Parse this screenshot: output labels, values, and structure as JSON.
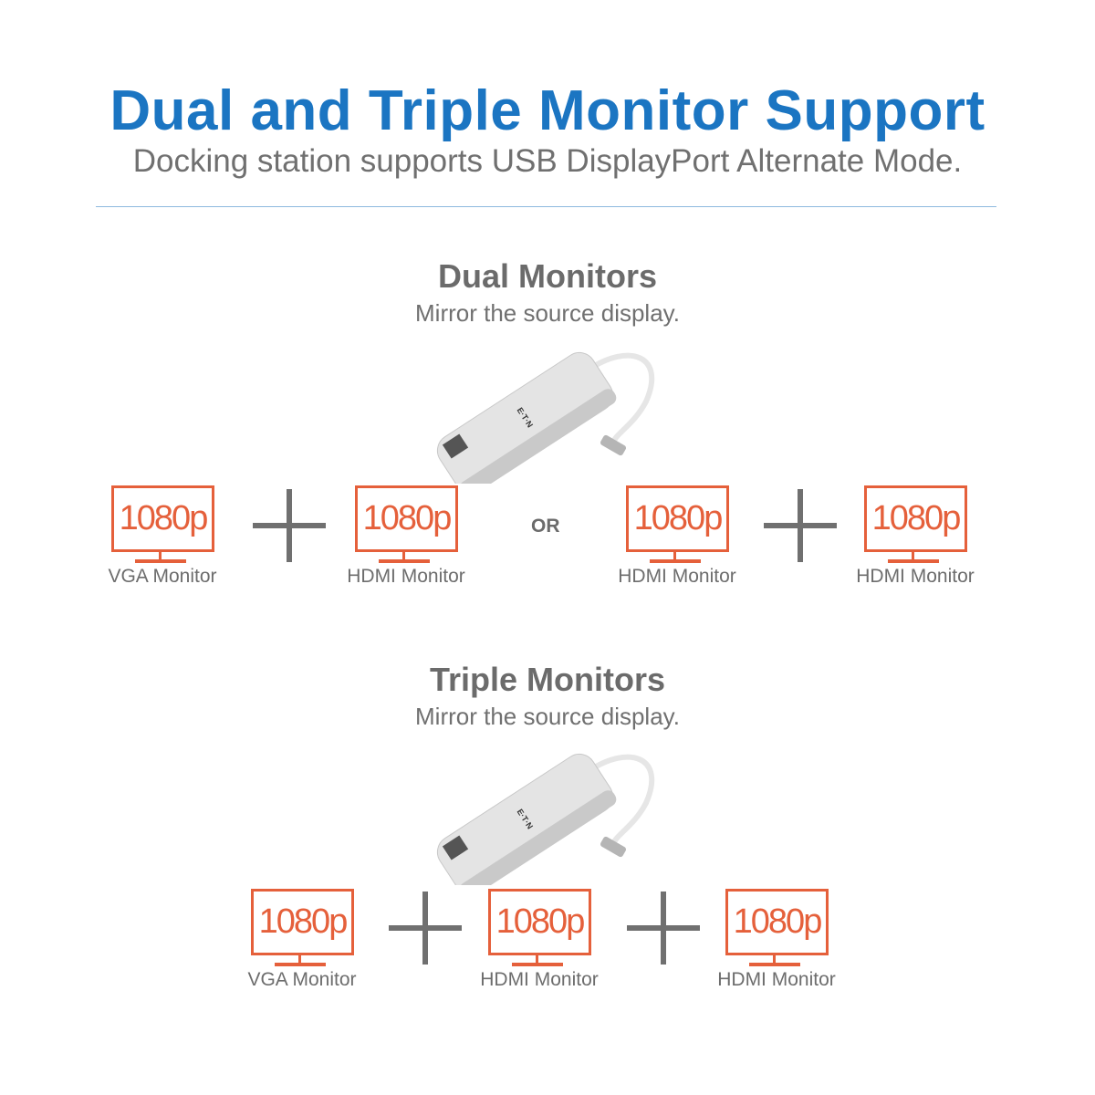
{
  "header": {
    "title": "Dual and Triple Monitor Support",
    "subtitle": "Docking station supports USB DisplayPort Alternate Mode."
  },
  "colors": {
    "title": "#1b75c2",
    "monitor": "#e5603b",
    "text": "#6d6d6d"
  },
  "dual": {
    "title": "Dual Monitors",
    "subtitle": "Mirror the source display.",
    "device_logo": "E·T·N",
    "or_label": "OR",
    "monitors": [
      {
        "resolution": "1080p",
        "label": "VGA Monitor"
      },
      {
        "resolution": "1080p",
        "label": "HDMI Monitor"
      },
      {
        "resolution": "1080p",
        "label": "HDMI Monitor"
      },
      {
        "resolution": "1080p",
        "label": "HDMI Monitor"
      }
    ]
  },
  "triple": {
    "title": "Triple Monitors",
    "subtitle": "Mirror the source display.",
    "device_logo": "E·T·N",
    "monitors": [
      {
        "resolution": "1080p",
        "label": "VGA Monitor"
      },
      {
        "resolution": "1080p",
        "label": "HDMI Monitor"
      },
      {
        "resolution": "1080p",
        "label": "HDMI Monitor"
      }
    ]
  }
}
